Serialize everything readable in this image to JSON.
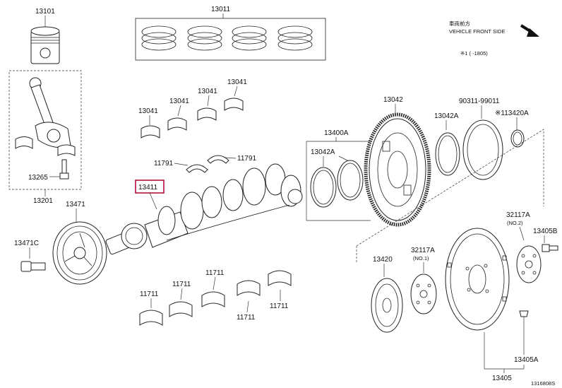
{
  "labels": {
    "piston": "13101",
    "ring_set": "13011",
    "conrod_bearing_a": "13041",
    "conrod_bearing_b": "13041",
    "conrod_bearing_c": "13041",
    "conrod_bearing_d": "13041",
    "conrod_bolt": "13265",
    "conrod_assy": "13201",
    "pulley": "13471",
    "pulley_bolt": "13471C",
    "crankshaft": "13411",
    "thrust_washer_left": "11791",
    "thrust_washer_right": "11791",
    "main_bearing_1": "11711",
    "main_bearing_2": "11711",
    "main_bearing_3": "11711",
    "main_bearing_4": "11711",
    "main_bearing_5": "11711",
    "ring_gear": "13042",
    "gear_set": "13400A",
    "spacer_left": "13042A",
    "spacer_right": "13042A",
    "oil_seal": "90311-99011",
    "oring": "※113420A",
    "spacer_no2": "32117A",
    "spacer_no2_sub": "(NO.2)",
    "spacer_no1": "32117A",
    "spacer_no1_sub": "(NO.1)",
    "drive_plate_bolt": "13405B",
    "damper": "13420",
    "drive_plate_sub": "13405A",
    "drive_plate": "13405"
  },
  "front": {
    "jp": "車両前方",
    "en": "VEHICLE FRONT SIDE",
    "note": "※1 (        -1805)"
  },
  "code": "1316808S",
  "colors": {
    "highlight": "#b0123a",
    "line": "#222222"
  }
}
